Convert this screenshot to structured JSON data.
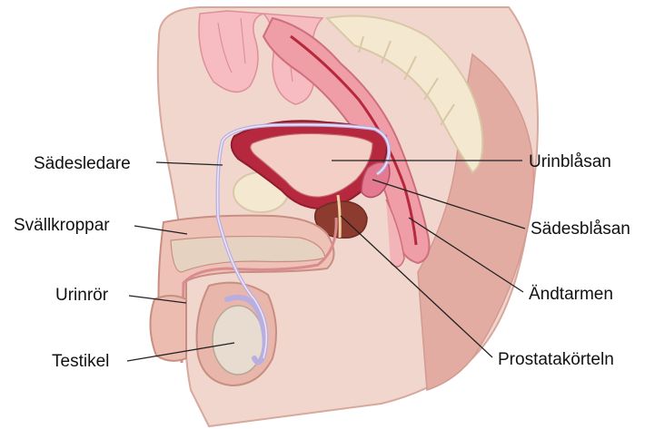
{
  "labels": {
    "left": {
      "vas_deferens": "Sädesledare",
      "erectile_tissue": "Svällkroppar",
      "urethra": "Urinrör",
      "testis": "Testikel"
    },
    "right": {
      "bladder": "Urinblåsan",
      "seminal_vesicle": "Sädesblåsan",
      "rectum": "Ändtarmen",
      "prostate": "Prostatakörteln"
    }
  },
  "colors": {
    "skin": "#efd2c8",
    "skin_dark": "#e6a9a0",
    "intestine": "#f3b7bc",
    "rectum": "#e88b96",
    "bladder_wall": "#b5283d",
    "bladder_lumen": "#f4cfc6",
    "prostate": "#8d3b2f",
    "bone": "#f2e6cc",
    "duct": "#b9aee0",
    "leader": "#222222"
  }
}
